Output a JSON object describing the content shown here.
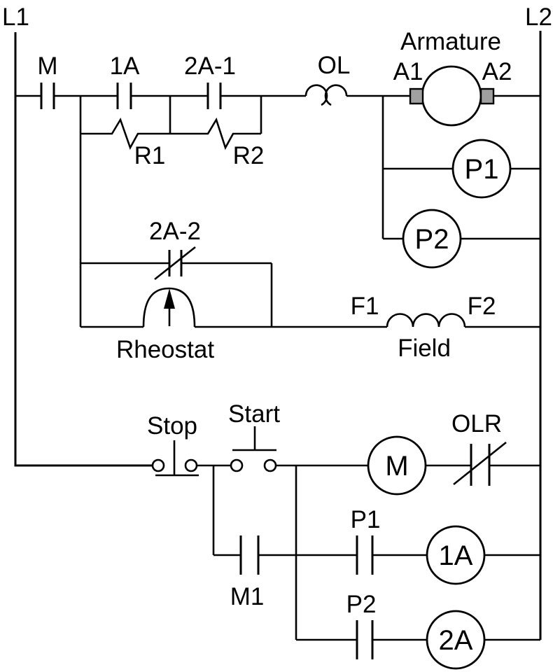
{
  "rails": {
    "left": "L1",
    "right": "L2"
  },
  "power": {
    "contact_m": "M",
    "contact_1a": "1A",
    "contact_2a1": "2A-1",
    "resistor_r1": "R1",
    "resistor_r2": "R2",
    "overload": "OL",
    "armature": {
      "title": "Armature",
      "a1": "A1",
      "a2": "A2"
    },
    "relay_p1": "P1",
    "relay_p2": "P2",
    "contact_2a2": "2A-2",
    "rheostat": "Rheostat",
    "field": {
      "title": "Field",
      "f1": "F1",
      "f2": "F2"
    }
  },
  "control": {
    "stop": "Stop",
    "start": "Start",
    "coil_m": "M",
    "olr": "OLR",
    "contact_m1": "M1",
    "contact_p1": "P1",
    "coil_1a": "1A",
    "contact_p2": "P2",
    "coil_2a": "2A"
  },
  "colors": {
    "line": "#000000",
    "terminal_fill": "#a0a0a0",
    "background": "#ffffff"
  }
}
